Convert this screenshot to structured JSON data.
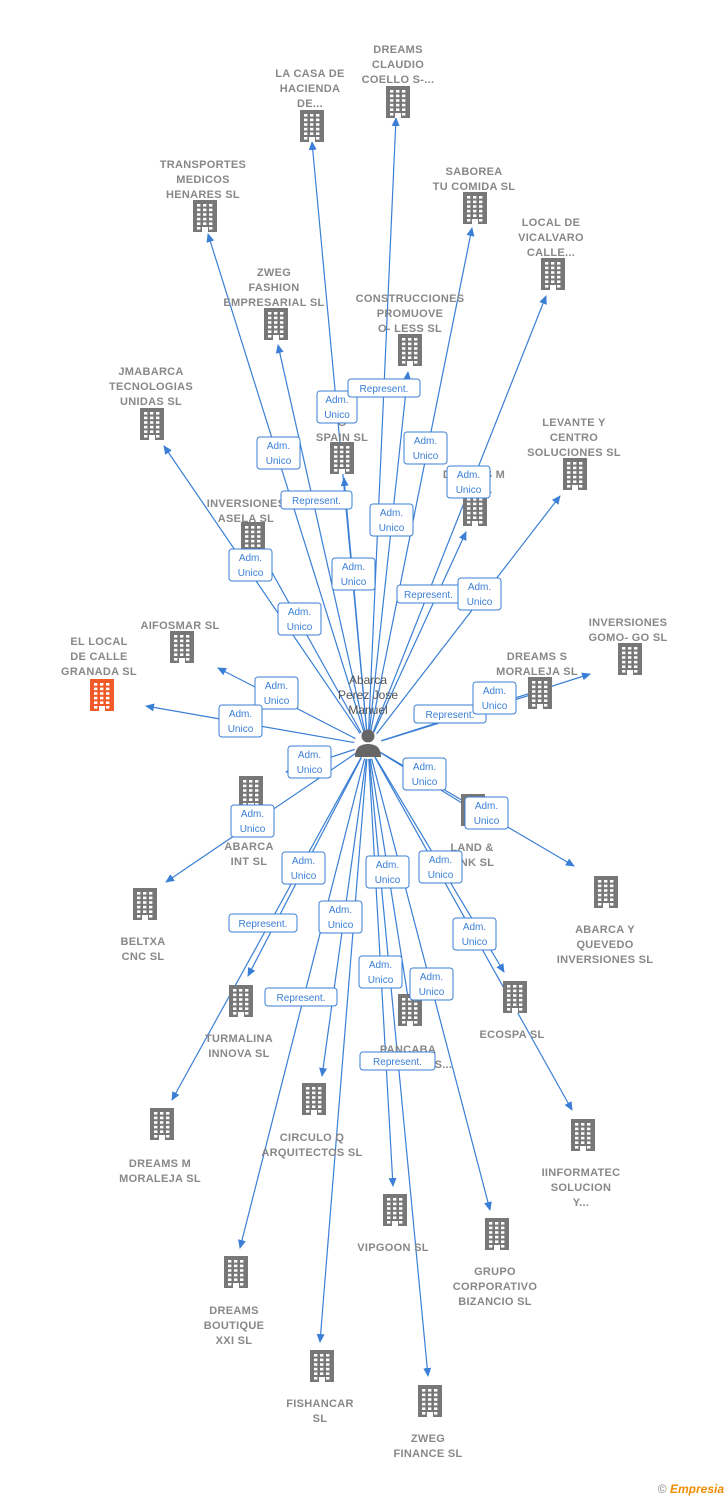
{
  "center": {
    "name_lines": [
      "Abarca",
      "Perez Jose",
      "Manuel"
    ],
    "icon": "person-icon"
  },
  "colors": {
    "edge": "#3a7fd5",
    "building": "#777777",
    "highlight": "#f05a28",
    "label": "#888888"
  },
  "companies": [
    {
      "id": "la-casa-de-hacienda",
      "lines": [
        "LA CASA DE",
        "HACIENDA",
        "DE..."
      ]
    },
    {
      "id": "dreams-claudio-coello",
      "lines": [
        "DREAMS",
        "CLAUDIO",
        "COELLO S-..."
      ]
    },
    {
      "id": "transportes-medicos-henares",
      "lines": [
        "TRANSPORTES",
        "MEDICOS",
        "HENARES  SL"
      ]
    },
    {
      "id": "saborea-tu-comida",
      "lines": [
        "SABOREA",
        "TU COMIDA  SL"
      ]
    },
    {
      "id": "local-de-vicalvaro",
      "lines": [
        "LOCAL DE",
        "VICALVARO",
        "CALLE..."
      ]
    },
    {
      "id": "zweg-fashion-empresarial",
      "lines": [
        "ZWEG",
        "FASHION",
        "EMPRESARIAL SL"
      ]
    },
    {
      "id": "construcciones-promuoveo-less",
      "lines": [
        "CONSTRUCCIONES",
        "PROMUOVE",
        "O- LESS  SL"
      ]
    },
    {
      "id": "jmabarca-tecnologias",
      "lines": [
        "JMABARCA",
        "TECNOLOGIAS",
        "UNIDAS  SL"
      ]
    },
    {
      "id": "zweg-spain",
      "lines": [
        "S",
        "G",
        "SPAIN SL"
      ]
    },
    {
      "id": "levante-y-centro",
      "lines": [
        "LEVANTE Y",
        "CENTRO",
        "SOLUCIONES SL"
      ]
    },
    {
      "id": "dreams-m-b",
      "lines": [
        "DREAMS M",
        "B... SL"
      ]
    },
    {
      "id": "inversiones-asela",
      "lines": [
        "INVERSIONES",
        "ASELA SL"
      ]
    },
    {
      "id": "aifosmar",
      "lines": [
        "AIFOSMAR SL"
      ]
    },
    {
      "id": "el-local-de-calle-granada",
      "lines": [
        "EL LOCAL",
        "DE CALLE",
        "GRANADA  SL"
      ],
      "highlight": true
    },
    {
      "id": "inversiones-gomo-go",
      "lines": [
        "INVERSIONES",
        "GOMO- GO SL"
      ]
    },
    {
      "id": "dreams-s-moraleja",
      "lines": [
        "DREAMS S",
        "MORALEJA SL"
      ]
    },
    {
      "id": "fondo-abarca-int",
      "lines": [
        "FO...N",
        "ABARCA",
        "INT  SL"
      ]
    },
    {
      "id": "land-and-ink",
      "lines": [
        "LAND &",
        "...NK SL"
      ]
    },
    {
      "id": "beltxa-cnc",
      "lines": [
        "BELTXA",
        "CNC SL"
      ]
    },
    {
      "id": "abarca-y-quevedo",
      "lines": [
        "ABARCA Y",
        "QUEVEDO",
        "INVERSIONES SL"
      ]
    },
    {
      "id": "turmalina-innova",
      "lines": [
        "TURMALINA",
        "INNOVA SL"
      ]
    },
    {
      "id": "ecospa",
      "lines": [
        "ECOSPA SL"
      ]
    },
    {
      "id": "pancaba-inversiones",
      "lines": [
        "PANCABA",
        "INVERSIONES..."
      ]
    },
    {
      "id": "dreams-m-moraleja",
      "lines": [
        "DREAMS M",
        "MORALEJA SL"
      ]
    },
    {
      "id": "circulo-q-arquitectos",
      "lines": [
        "CIRCULO Q",
        "ARQUITECTOS SL"
      ]
    },
    {
      "id": "iinformatec-solucion",
      "lines": [
        "IINFORMATEC",
        "SOLUCION",
        "Y..."
      ]
    },
    {
      "id": "vipgoon",
      "lines": [
        "VIPGOON  SL"
      ]
    },
    {
      "id": "grupo-corporativo-bizancio",
      "lines": [
        "GRUPO",
        "CORPORATIVO",
        "BIZANCIO SL"
      ]
    },
    {
      "id": "dreams-boutique-xxi",
      "lines": [
        "DREAMS",
        "BOUTIQUE",
        "XXI SL"
      ]
    },
    {
      "id": "fishancar",
      "lines": [
        "FISHANCAR",
        "SL"
      ]
    },
    {
      "id": "zweg-finance",
      "lines": [
        "ZWEG",
        "FINANCE SL"
      ]
    }
  ],
  "roles": [
    {
      "id": "r1",
      "lines": [
        "Adm.",
        "Unico"
      ]
    },
    {
      "id": "r2",
      "lines": [
        "Represent."
      ]
    },
    {
      "id": "r3",
      "lines": [
        "Adm.",
        "Unico"
      ]
    },
    {
      "id": "r4",
      "lines": [
        "Adm.",
        "Unico"
      ]
    },
    {
      "id": "r5",
      "lines": [
        "Represent."
      ]
    },
    {
      "id": "r6",
      "lines": [
        "Adm.",
        "Unico"
      ]
    },
    {
      "id": "r7",
      "lines": [
        "Adm.",
        "Unico"
      ]
    },
    {
      "id": "r8",
      "lines": [
        "Adm.",
        "Unico"
      ]
    },
    {
      "id": "r9",
      "lines": [
        "Adm.",
        "Unico"
      ]
    },
    {
      "id": "r10",
      "lines": [
        "Represent."
      ]
    },
    {
      "id": "r11",
      "lines": [
        "Adm.",
        "Unico"
      ]
    },
    {
      "id": "r12",
      "lines": [
        "Adm.",
        "Unico"
      ]
    },
    {
      "id": "r13",
      "lines": [
        "Adm.",
        "Unico"
      ]
    },
    {
      "id": "r14",
      "lines": [
        "Adm.",
        "Unico"
      ]
    },
    {
      "id": "r15",
      "lines": [
        "Represent."
      ]
    },
    {
      "id": "r16",
      "lines": [
        "Adm.",
        "Unico"
      ]
    },
    {
      "id": "r17",
      "lines": [
        "Adm.",
        "Unico"
      ]
    },
    {
      "id": "r18",
      "lines": [
        "Adm.",
        "Unico"
      ]
    },
    {
      "id": "r19",
      "lines": [
        "Adm.",
        "Unico"
      ]
    },
    {
      "id": "r20",
      "lines": [
        "Adm.",
        "Unico"
      ]
    },
    {
      "id": "r21",
      "lines": [
        "Adm.",
        "Unico"
      ]
    },
    {
      "id": "r22",
      "lines": [
        "Represent."
      ]
    },
    {
      "id": "r23",
      "lines": [
        "Adm.",
        "Unico"
      ]
    },
    {
      "id": "r24",
      "lines": [
        "Adm.",
        "Unico"
      ]
    },
    {
      "id": "r25",
      "lines": [
        "Represent."
      ]
    },
    {
      "id": "r26",
      "lines": [
        "Adm.",
        "Unico"
      ]
    },
    {
      "id": "r27",
      "lines": [
        "Adm.",
        "Unico"
      ]
    },
    {
      "id": "r28",
      "lines": [
        "Adm.",
        "Unico"
      ]
    },
    {
      "id": "r29",
      "lines": [
        "Adm.",
        "Unico"
      ]
    },
    {
      "id": "r30",
      "lines": [
        "Represent."
      ]
    }
  ],
  "footer": {
    "copyright": "©",
    "brand": "Empresia"
  }
}
